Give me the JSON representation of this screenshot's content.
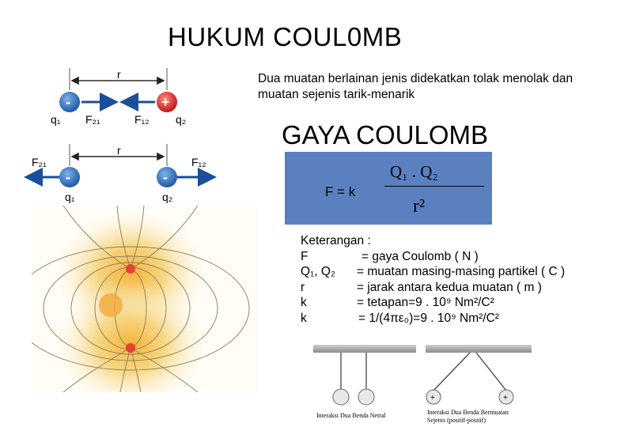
{
  "title": "HUKUM COUL0MB",
  "description": "Dua muatan berlainan jenis didekatkan tolak menolak dan muatan sejenis tarik-menarik",
  "gaya_title": "GAYA COULOMB",
  "formula": {
    "lhs": "F = k",
    "numerator": "Q₁ . Q₂",
    "denominator": "r²",
    "box_color": "#5b80bf"
  },
  "diagram_top": {
    "r_label": "r",
    "charge_1_sign": "-",
    "charge_2_sign": "+",
    "q1": "q₁",
    "f21": "F₂₁",
    "f12": "F₁₂",
    "q2": "q₂"
  },
  "diagram_bottom": {
    "r_label": "r",
    "charge_1_sign": "-",
    "charge_2_sign": "-",
    "f21": "F₂₁",
    "f12": "F₁₂",
    "q1": "q₁",
    "q2": "q₂"
  },
  "keterangan": {
    "heading": "Keterangan :",
    "rows": [
      {
        "term": "F",
        "def": "= gaya Coulomb ( N )"
      },
      {
        "term": "Q₁, Q₂",
        "def": "= muatan masing-masing partikel ( C )"
      },
      {
        "term": "r",
        "def": "= jarak antara kedua muatan ( m )"
      },
      {
        "term": "k",
        "def": "= tetapan=9 . 10⁹ Nm²/C²"
      },
      {
        "term": "k",
        "def": "= 1/(4πε₀)=9 . 10⁹ Nm²/C²"
      }
    ]
  },
  "electroscope": {
    "caption_left": "Interaksi Dua Benda Netral",
    "caption_right_1": "Interaksi Dua Benda Bermuatan",
    "caption_right_2": "Sejenis (positif-positif)"
  },
  "colors": {
    "negative_charge": "#2f6fc0",
    "positive_charge": "#d8282e",
    "field_glow": "#f2c14e"
  }
}
